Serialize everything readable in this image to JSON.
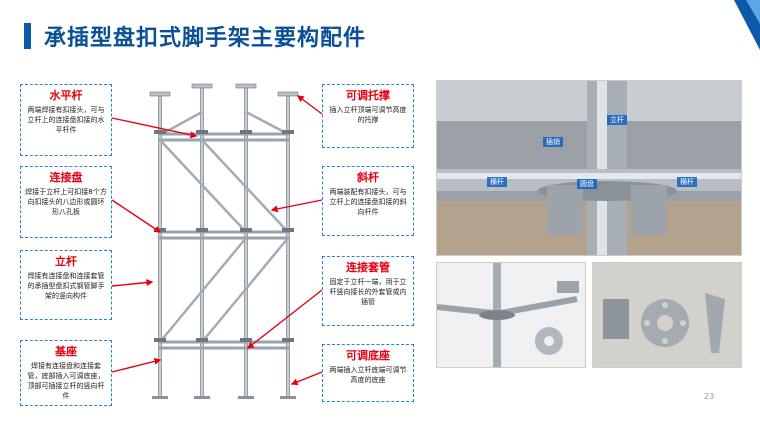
{
  "title": "承插型盘扣式脚手架主要构配件",
  "colors": {
    "brand": "#0a5aa8",
    "callout_title": "#e60012",
    "callout_border": "#2a82d6",
    "arrow": "#e60012"
  },
  "callouts": {
    "horizontal_bar": {
      "title": "水平杆",
      "desc": "两端焊接有扣接头，可与立杆上的连接盘扣接的水平杆件"
    },
    "connection_disk": {
      "title": "连接盘",
      "desc": "焊接于立杆上可扣接8个方向扣接头的八边形或圆环形八孔板"
    },
    "vertical_pole": {
      "title": "立杆",
      "desc": "焊接有连接盘和连接套管的承插型盘扣式钢管脚手架的竖向构件"
    },
    "base": {
      "title": "基座",
      "desc": "焊接有连接盘和连接套管，底部插入可调底座，顶部可插接立杆的竖向杆件"
    },
    "adjustable_top": {
      "title": "可调托撑",
      "desc": "插入立杆顶端可调节高度的托撑"
    },
    "diagonal_bar": {
      "title": "斜杆",
      "desc": "两端装配有扣接头，可与立杆上的连接盘扣接的斜向杆件"
    },
    "sleeve": {
      "title": "连接套管",
      "desc": "固定于立杆一端，用于立杆竖向接长的外套管或内插管"
    },
    "adjustable_base": {
      "title": "可调底座",
      "desc": "两端插入立杆底端可调节高度的底座"
    }
  },
  "photo_labels": {
    "vertical": "立杆",
    "pin": "插销",
    "horizontal_left": "横杆",
    "disk": "圆盘",
    "horizontal_right": "横杆"
  },
  "page_number": "23"
}
